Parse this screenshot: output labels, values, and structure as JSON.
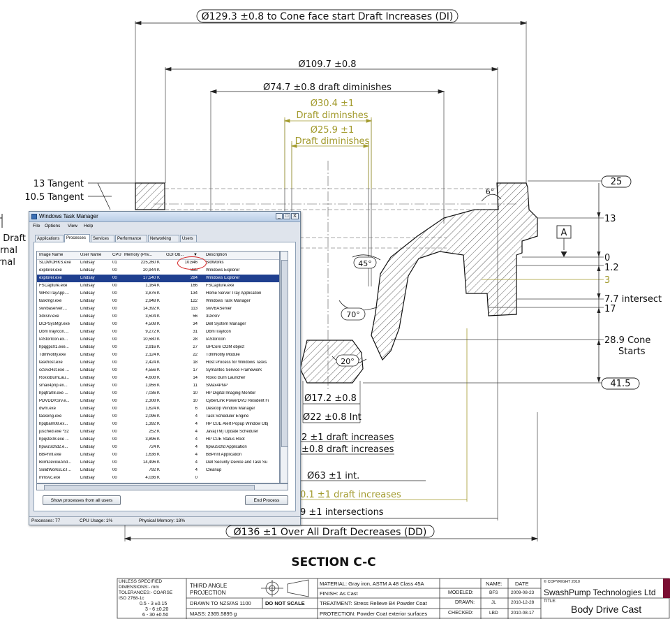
{
  "drawing": {
    "section_title": "SECTION C-C",
    "dimensions": {
      "d129": "Ø129.3 ±0.8  to Cone face start Draft Increases (DI)",
      "d109": "Ø109.7 ±0.8",
      "d74": "Ø74.7 ±0.8 draft diminishes",
      "d30": "Ø30.4 ±1",
      "d30_note": "Draft diminshes",
      "d25": "Ø25.9 ±1",
      "d25_note": "Draft diminishes",
      "d17": "Ø17.2 ±0.8",
      "d22": "Ø22 ±0.8 Int",
      "partial_a": "2 ±1 draft increases",
      "partial_b": "±0.8 draft increases",
      "d63": "Ø63 ±1 int.",
      "partial_c": "0.1 ±1 draft increases",
      "partial_d": "9 ±1 intersections",
      "d136": "Ø136 ±1  Over All  Draft Decreases (DD)"
    },
    "left_labels": {
      "tangent13": "13 Tangent",
      "tangent10": "10.5 Tangent",
      "draft": "Draft",
      "ernal": "ernal",
      "rnal": "rnal"
    },
    "angles": {
      "a6": "6°",
      "a45": "45°",
      "a70": "70°",
      "a20": "20°"
    },
    "right_dims": {
      "r25": "25",
      "r13": "13",
      "r0": "0",
      "r12": "1.2",
      "r3": "3",
      "r77": "7.7 intersect",
      "r17": "17",
      "r289a": "28.9 Cone",
      "r289b": "Starts",
      "r415": "41.5"
    },
    "datum": "A"
  },
  "task_manager": {
    "title": "Windows Task Manager",
    "window_buttons": {
      "minimize": "_",
      "maximize": "□",
      "close": "X"
    },
    "menu": [
      "File",
      "Options",
      "View",
      "Help"
    ],
    "tabs": [
      "Applications",
      "Processes",
      "Services",
      "Performance",
      "Networking",
      "Users"
    ],
    "active_tab": "Processes",
    "columns": [
      "Image Name",
      "User Name",
      "CPU",
      "Memory (Priv...",
      "GDI Ob...",
      "Description"
    ],
    "sort_arrow": "▼",
    "processes": [
      {
        "name": "SLDWORKS.exe",
        "user": "Lindsay",
        "cpu": "01",
        "mem": "225,260 K",
        "gdi": "10,646",
        "desc": "SldWorks"
      },
      {
        "name": "explorer.exe",
        "user": "Lindsay",
        "cpu": "00",
        "mem": "20,944 K",
        "gdi": "335",
        "desc": "Windows Explorer"
      },
      {
        "name": "explorer.exe",
        "user": "Lindsay",
        "cpu": "00",
        "mem": "17,540 K",
        "gdi": "284",
        "desc": "Windows Explorer"
      },
      {
        "name": "FSCapture.exe",
        "user": "Lindsay",
        "cpu": "00",
        "mem": "1,164 K",
        "gdi": "166",
        "desc": "FSCapture.exe"
      },
      {
        "name": "WHSTrayApp....",
        "user": "Lindsay",
        "cpu": "00",
        "mem": "3,876 K",
        "gdi": "134",
        "desc": "Home Server Tray Application"
      },
      {
        "name": "taskmgr.exe",
        "user": "Lindsay",
        "cpu": "00",
        "mem": "2,948 K",
        "gdi": "122",
        "desc": "Windows Task Manager"
      },
      {
        "name": "swvbaserver....",
        "user": "Lindsay",
        "cpu": "00",
        "mem": "14,392 K",
        "gdi": "113",
        "desc": "swVBAServer"
      },
      {
        "name": "3dxsrv.exe",
        "user": "Lindsay",
        "cpu": "00",
        "mem": "3,504 K",
        "gdi": "56",
        "desc": "3DxSrv"
      },
      {
        "name": "DCPSysMgr.exe",
        "user": "Lindsay",
        "cpu": "00",
        "mem": "4,508 K",
        "gdi": "34",
        "desc": "Dell System Manager"
      },
      {
        "name": "DbmTrayIcon....",
        "user": "Lindsay",
        "cpu": "00",
        "mem": "9,272 K",
        "gdi": "31",
        "desc": "DbmTrayIcon"
      },
      {
        "name": "IAStorIcon.ex...",
        "user": "Lindsay",
        "cpu": "00",
        "mem": "10,580 K",
        "gdi": "28",
        "desc": "IAStorIcon"
      },
      {
        "name": "hpqgpc01.exe...",
        "user": "Lindsay",
        "cpu": "00",
        "mem": "2,916 K",
        "gdi": "27",
        "desc": "GPCore COM object"
      },
      {
        "name": "TdmNotify.exe",
        "user": "Lindsay",
        "cpu": "00",
        "mem": "2,124 K",
        "gdi": "22",
        "desc": "TdmNotify Module"
      },
      {
        "name": "taskhost.exe",
        "user": "Lindsay",
        "cpu": "00",
        "mem": "2,424 K",
        "gdi": "18",
        "desc": "Host Process for Windows Tasks"
      },
      {
        "name": "ccSvcHst.exe ...",
        "user": "Lindsay",
        "cpu": "00",
        "mem": "4,556 K",
        "gdi": "17",
        "desc": "Symantec Service Framework"
      },
      {
        "name": "RoxioBurnLau...",
        "user": "Lindsay",
        "cpu": "00",
        "mem": "4,608 K",
        "gdi": "14",
        "desc": "Roxio Burn Launcher"
      },
      {
        "name": "smax4pnp.ex...",
        "user": "Lindsay",
        "cpu": "00",
        "mem": "1,956 K",
        "gdi": "11",
        "desc": "SMax4PNP"
      },
      {
        "name": "hpqtra08.exe ...",
        "user": "Lindsay",
        "cpu": "00",
        "mem": "7,036 K",
        "gdi": "10",
        "desc": "HP Digital Imaging Monitor"
      },
      {
        "name": "PDVDDXSrv.e...",
        "user": "Lindsay",
        "cpu": "00",
        "mem": "2,308 K",
        "gdi": "10",
        "desc": "CyberLink PowerDVD Resident Fi"
      },
      {
        "name": "dwm.exe",
        "user": "Lindsay",
        "cpu": "00",
        "mem": "1,624 K",
        "gdi": "6",
        "desc": "Desktop Window Manager"
      },
      {
        "name": "taskeng.exe",
        "user": "Lindsay",
        "cpu": "00",
        "mem": "2,096 K",
        "gdi": "4",
        "desc": "Task Scheduler Engine"
      },
      {
        "name": "hpqbam08.ex...",
        "user": "Lindsay",
        "cpu": "00",
        "mem": "1,392 K",
        "gdi": "4",
        "desc": "HP CUE Alert Popup Window Obj"
      },
      {
        "name": "jusched.exe *32",
        "user": "Lindsay",
        "cpu": "00",
        "mem": "252 K",
        "gdi": "4",
        "desc": "Java(TM) Update Scheduler"
      },
      {
        "name": "hpqste08.exe ...",
        "user": "Lindsay",
        "cpu": "00",
        "mem": "3,896 K",
        "gdi": "4",
        "desc": "HP CUE Status Root"
      },
      {
        "name": "hpwuSchd2.e...",
        "user": "Lindsay",
        "cpu": "00",
        "mem": "724 K",
        "gdi": "4",
        "desc": "hpwuSchd Application"
      },
      {
        "name": "BBPrint.exe",
        "user": "Lindsay",
        "cpu": "00",
        "mem": "1,636 K",
        "gdi": "4",
        "desc": "BBPrint Application"
      },
      {
        "name": "BcmDeviceAnd...",
        "user": "Lindsay",
        "cpu": "00",
        "mem": "14,496 K",
        "gdi": "4",
        "desc": "Dell Security Device and Task Su"
      },
      {
        "name": "SolidWorksLicT...",
        "user": "Lindsay",
        "cpu": "00",
        "mem": "792 K",
        "gdi": "4",
        "desc": "Cleanup"
      },
      {
        "name": "mmsvc.exe",
        "user": "Lindsay",
        "cpu": "00",
        "mem": "4,036 K",
        "gdi": "0",
        "desc": ""
      }
    ],
    "show_all_button": "Show processes from all users",
    "end_process_button": "End Process",
    "status": {
      "processes": "Processes: 77",
      "cpu": "CPU Usage: 1%",
      "memory": "Physical Memory: 18%"
    }
  },
  "title_block": {
    "unless": "UNLESS SPECIFIED",
    "dims_mm": "DIMENSIONS:- mm",
    "tolerances": "TOLERANCES:- COARSE",
    "iso": "ISO 2768-1c",
    "tol1": "0.5 - 3   ±0.15",
    "tol2": "3 - 6   ±0.20",
    "tol3": "6 - 30  ±0.50",
    "third_angle": "THIRD ANGLE",
    "projection": "PROJECTION",
    "drawn_to": "DRAWN TO NZS/AS 1100",
    "do_not_scale": "DO NOT SCALE",
    "mass": "MASS:  2365.5895  g",
    "material": "MATERIAL: Gray iron, ASTM A 48 Class 45A",
    "finish": "FINISH: As Cast",
    "treatment": "TREATMENT: Stress Relieve B4 Powder Coat",
    "protection": "PROTECTION: Powder Coat exterior surfaces",
    "name_h": "NAME:",
    "date_h": "DATE",
    "modeled": "MODELED:",
    "modeled_name": "BFS",
    "modeled_date": "2009-08-23",
    "drawn": "DRAWN:",
    "drawn_name": "JL",
    "drawn_date": "2010-12-28",
    "checked": "CHECKED:",
    "checked_name": "LBD",
    "checked_date": "2010-08-17",
    "copyright": "© COPYRIGHT 2010",
    "company": "SwashPump Technologies Ltd",
    "title_label": "TITLE:",
    "title": "Body Drive Cast"
  },
  "colors": {
    "olive": "#a29a2c",
    "highlight_red": "#d21f1f",
    "selection_blue": "#1f3f8f"
  }
}
